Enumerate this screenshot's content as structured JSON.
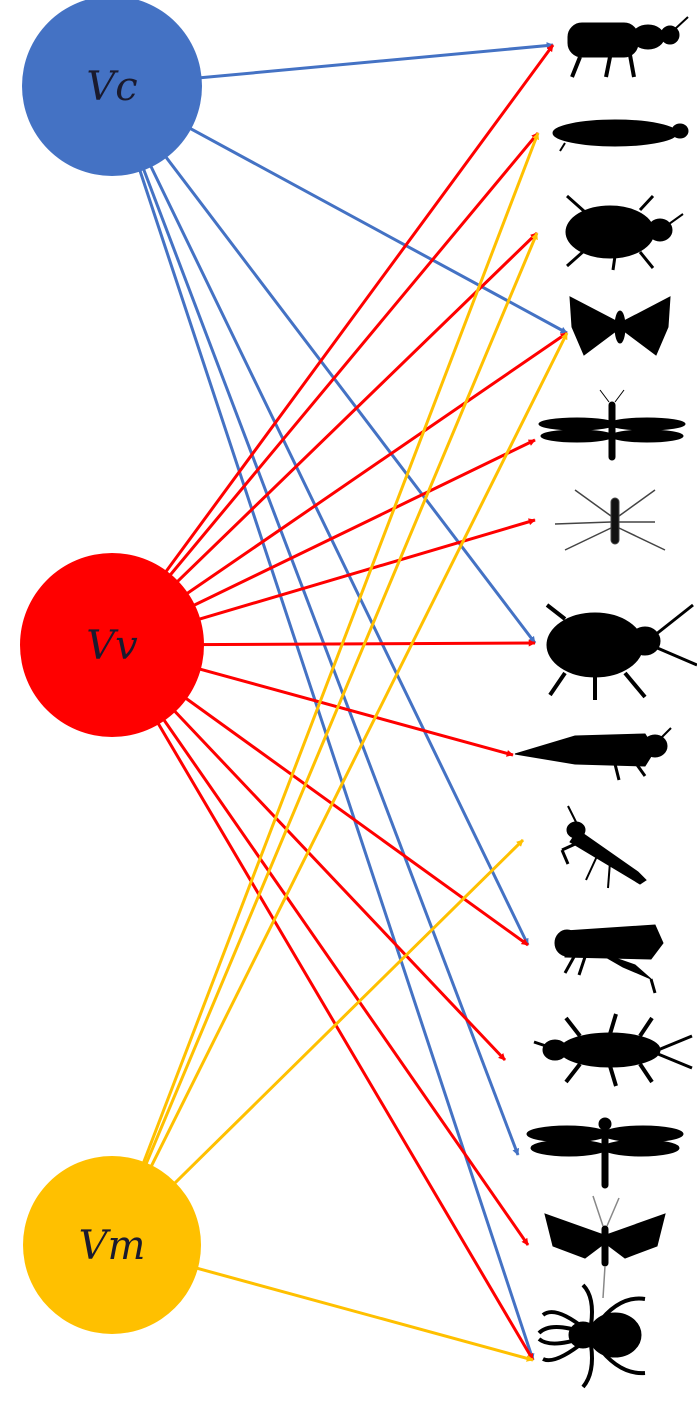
{
  "nodes": [
    {
      "id": "vc",
      "label": "Vc",
      "color": "#4472C4"
    },
    {
      "id": "vv",
      "label": "Vv",
      "color": "#FF0000"
    },
    {
      "id": "vm",
      "label": "Vm",
      "color": "#FFC000"
    }
  ],
  "targets": [
    {
      "id": "t0",
      "icon": "wasp-silhouette-icon"
    },
    {
      "id": "t1",
      "icon": "larva-silhouette-icon"
    },
    {
      "id": "t2",
      "icon": "beetle-silhouette-icon"
    },
    {
      "id": "t3",
      "icon": "moth-silhouette-icon"
    },
    {
      "id": "t4",
      "icon": "damselfly-silhouette-icon"
    },
    {
      "id": "t5",
      "icon": "water-strider-silhouette-icon"
    },
    {
      "id": "t6",
      "icon": "cockroach-silhouette-icon"
    },
    {
      "id": "t7",
      "icon": "caddisfly-larva-silhouette-icon"
    },
    {
      "id": "t8",
      "icon": "mantis-silhouette-icon"
    },
    {
      "id": "t9",
      "icon": "grasshopper-silhouette-icon"
    },
    {
      "id": "t10",
      "icon": "earwig-silhouette-icon"
    },
    {
      "id": "t11",
      "icon": "dragonfly-silhouette-icon"
    },
    {
      "id": "t12",
      "icon": "mayfly-silhouette-icon"
    },
    {
      "id": "t13",
      "icon": "spider-silhouette-icon"
    }
  ],
  "edges": [
    {
      "from": "vc",
      "to": "t0"
    },
    {
      "from": "vc",
      "to": "t3"
    },
    {
      "from": "vc",
      "to": "t6"
    },
    {
      "from": "vc",
      "to": "t9"
    },
    {
      "from": "vc",
      "to": "t11"
    },
    {
      "from": "vc",
      "to": "t13"
    },
    {
      "from": "vv",
      "to": "t0"
    },
    {
      "from": "vv",
      "to": "t1"
    },
    {
      "from": "vv",
      "to": "t2"
    },
    {
      "from": "vv",
      "to": "t3"
    },
    {
      "from": "vv",
      "to": "t4"
    },
    {
      "from": "vv",
      "to": "t5"
    },
    {
      "from": "vv",
      "to": "t6"
    },
    {
      "from": "vv",
      "to": "t7"
    },
    {
      "from": "vv",
      "to": "t9"
    },
    {
      "from": "vv",
      "to": "t10"
    },
    {
      "from": "vv",
      "to": "t12"
    },
    {
      "from": "vv",
      "to": "t13"
    },
    {
      "from": "vm",
      "to": "t1"
    },
    {
      "from": "vm",
      "to": "t2"
    },
    {
      "from": "vm",
      "to": "t3"
    },
    {
      "from": "vm",
      "to": "t8"
    },
    {
      "from": "vm",
      "to": "t13"
    }
  ]
}
